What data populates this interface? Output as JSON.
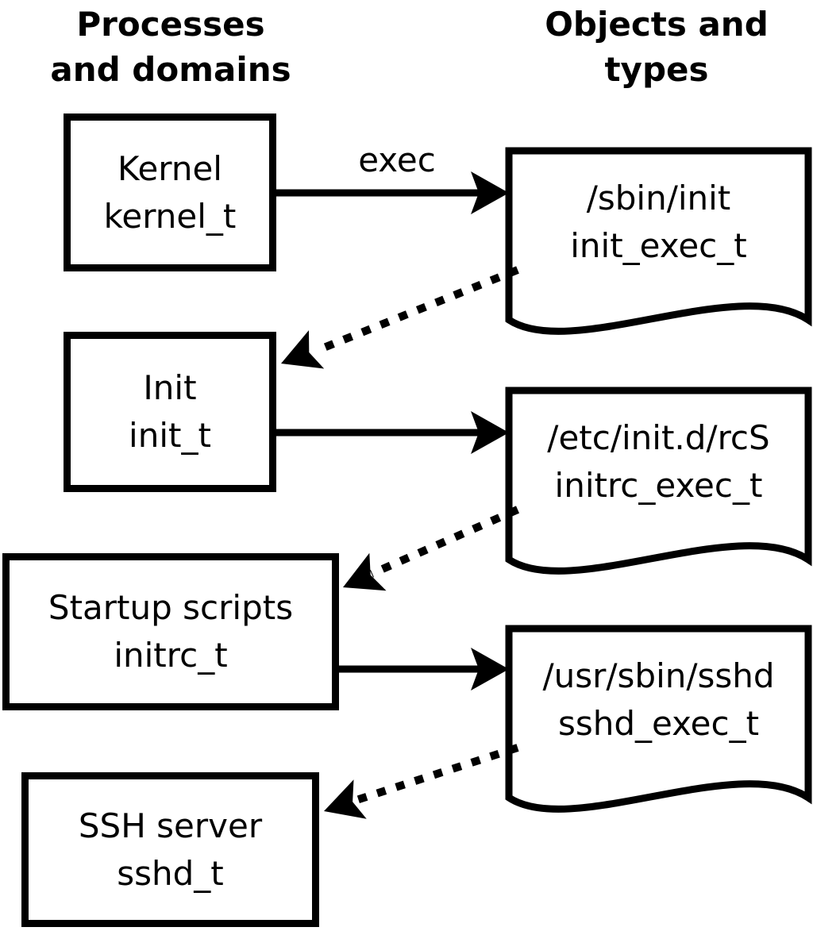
{
  "diagram": {
    "left_header": {
      "line1": "Processes",
      "line2": "and domains"
    },
    "right_header": {
      "line1": "Objects and",
      "line2": "types"
    },
    "exec_label": "exec",
    "processes": [
      {
        "id": "kernel",
        "name": "Kernel",
        "type": "kernel_t"
      },
      {
        "id": "init",
        "name": "Init",
        "type": "init_t"
      },
      {
        "id": "startup-scripts",
        "name": "Startup scripts",
        "type": "initrc_t"
      },
      {
        "id": "ssh-server",
        "name": "SSH server",
        "type": "sshd_t"
      }
    ],
    "objects": [
      {
        "id": "sbin-init",
        "path": "/sbin/init",
        "type": "init_exec_t"
      },
      {
        "id": "etc-initd-rcs",
        "path": "/etc/init.d/rcS",
        "type": "initrc_exec_t"
      },
      {
        "id": "usr-sbin-sshd",
        "path": "/usr/sbin/sshd",
        "type": "sshd_exec_t"
      }
    ],
    "edges": {
      "solid": [
        {
          "from": "kernel",
          "to": "sbin-init",
          "label": "exec"
        },
        {
          "from": "init",
          "to": "etc-initd-rcs",
          "label": ""
        },
        {
          "from": "startup-scripts",
          "to": "usr-sbin-sshd",
          "label": ""
        }
      ],
      "dotted": [
        {
          "from": "sbin-init",
          "to": "init"
        },
        {
          "from": "etc-initd-rcs",
          "to": "startup-scripts"
        },
        {
          "from": "usr-sbin-sshd",
          "to": "ssh-server"
        }
      ]
    },
    "colors": {
      "foreground": "#000000",
      "background": "#ffffff"
    }
  }
}
